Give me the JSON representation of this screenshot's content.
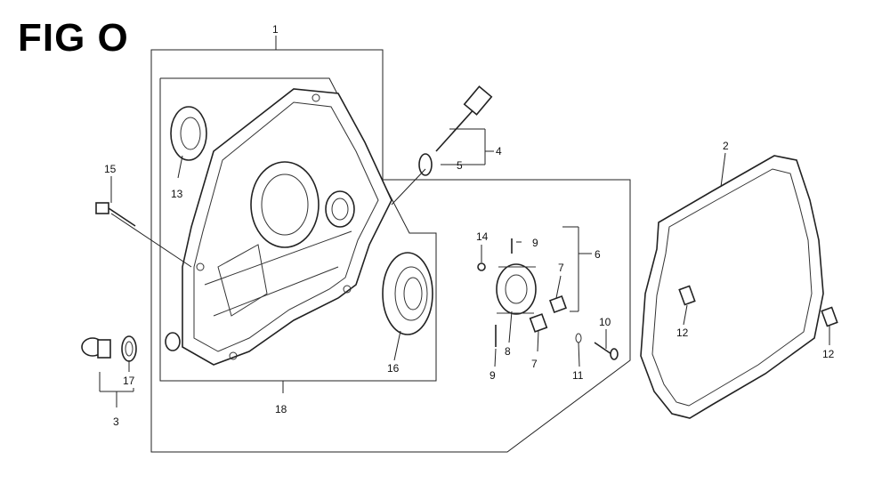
{
  "figure": {
    "title": "FIG O"
  },
  "callouts": {
    "c1": "1",
    "c2": "2",
    "c3": "3",
    "c4": "4",
    "c5": "5",
    "c6": "6",
    "c7a": "7",
    "c7b": "7",
    "c8": "8",
    "c9a": "9",
    "c9b": "9",
    "c10": "10",
    "c11": "11",
    "c12a": "12",
    "c12b": "12",
    "c13": "13",
    "c14": "14",
    "c15": "15",
    "c16": "16",
    "c17": "17",
    "c18": "18"
  }
}
